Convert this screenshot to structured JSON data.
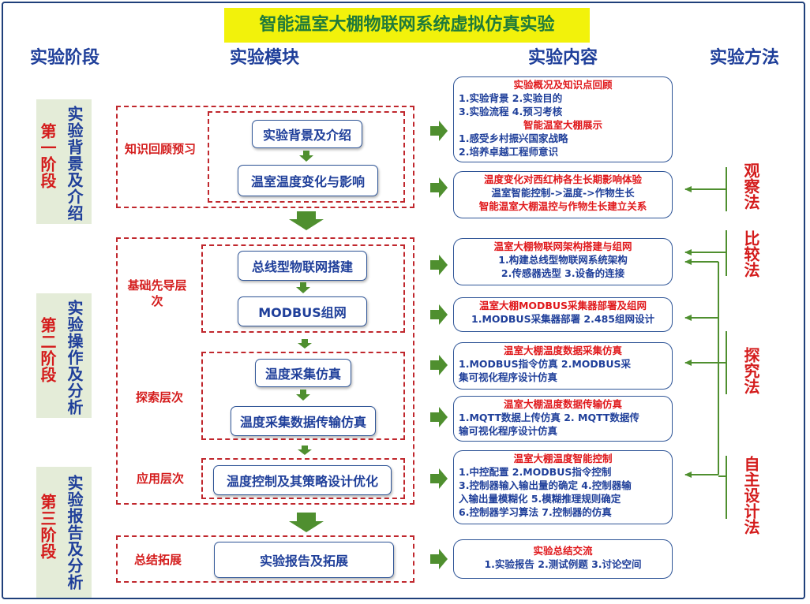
{
  "title": "智能温室大棚物联网系统虚拟仿真实验",
  "headers": [
    "实验阶段",
    "实验模块",
    "实验内容",
    "实验方法"
  ],
  "stages": [
    {
      "num": "第一阶段",
      "name": "实验背景及介绍"
    },
    {
      "num": "第二阶段",
      "name": "实验操作及分析"
    },
    {
      "num": "第三阶段",
      "name": "实验报告及分析"
    }
  ],
  "groups": [
    "知识回顾预习",
    "基础先导层次",
    "探索层次",
    "应用层次",
    "总结拓展"
  ],
  "modules": [
    "实验背景及介绍",
    "温室温度变化与影响",
    "总线型物联网搭建",
    "MODBUS组网",
    "温度采集仿真",
    "温度采集数据传输仿真",
    "温度控制及其策略设计优化",
    "实验报告及拓展"
  ],
  "content": [
    {
      "lines": [
        "实验概况及知识点回顾",
        "1.实验背景  2.实验目的",
        "3.实验流程  4.预习考核",
        "智能温室大棚展示",
        "1.感受乡村振兴国家战略",
        "2.培养卓越工程师意识"
      ]
    },
    {
      "lines": [
        "温度变化对西红柿各生长期影响体验",
        "温室智能控制->温度->作物生长",
        "智能温室大棚温控与作物生长建立关系"
      ]
    },
    {
      "lines": [
        "温室大棚物联网架构搭建与组网",
        "1.构建总线型物联网系统架构",
        "2.传感器选型  3.设备的连接"
      ]
    },
    {
      "lines": [
        "温室大棚MODBUS采集器部署及组网",
        "1.MODBUS采集器部署 2.485组网设计"
      ]
    },
    {
      "lines": [
        "温室大棚温度数据采集仿真",
        "1.MODBUS指令仿真   2.MODBUS采",
        "集可视化程序设计仿真"
      ]
    },
    {
      "lines": [
        "温室大棚温度数据传输仿真",
        "1.MQTT数据上传仿真 2. MQTT数据传",
        "输可视化程序设计仿真"
      ]
    },
    {
      "lines": [
        "温室大棚温度智能控制",
        "1.中控配置        2.MODBUS指令控制",
        "3.控制器输入输出量的确定 4.控制器输",
        "入输出量模糊化  5.模糊推理规则确定",
        "6.控制器学习算法 7.控制器的仿真"
      ]
    },
    {
      "lines": [
        "实验总结交流",
        "1.实验报告 2.测试例题  3.讨论空间"
      ]
    }
  ],
  "methods": [
    "观察法",
    "比较法",
    "探究法",
    "自主设计法"
  ],
  "colors": {
    "title_bg": "#f2f20b",
    "title_text": "#1f7a3a",
    "header": "#1f3f9a",
    "accent_red": "#d41c1c",
    "arrow_green": "#4f8f2f",
    "stage_bg": "#e4ecd8"
  }
}
